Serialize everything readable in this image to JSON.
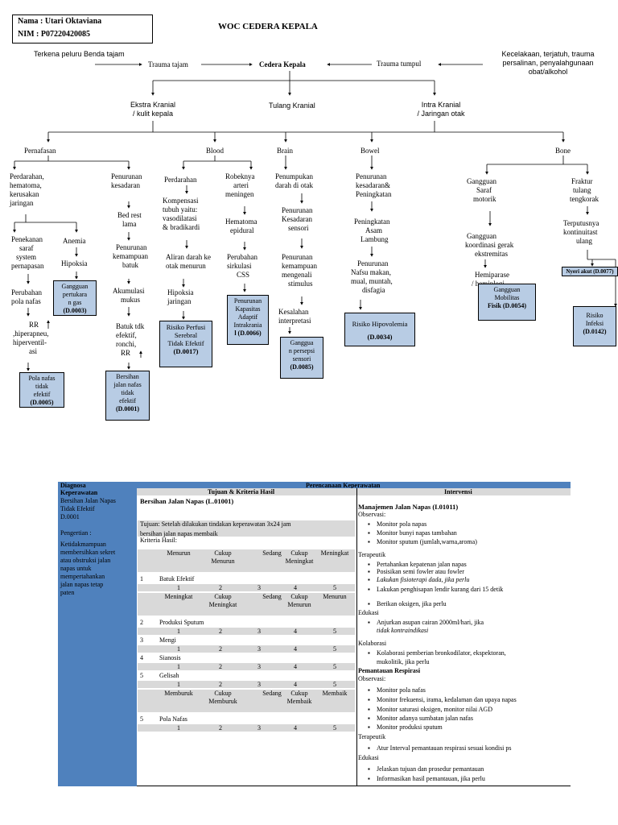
{
  "header": {
    "name_line": "Nama : Utari Oktaviana",
    "nim_line": "NIM : P07220420085",
    "title": "WOC CEDERA KEPALA"
  },
  "top": {
    "peluru": "Terkena peluru Benda tajam",
    "trauma_tajam": "Trauma tajam",
    "cedera": "Cedera Kepala",
    "trauma_tumpul": "Trauma tumpul",
    "kecelakaan": [
      "Kecelakaan, terjatuh, trauma",
      "persalinan, penyalahgunaan",
      "obat/alkohol"
    ]
  },
  "level1": {
    "ekstra": [
      "Ekstra Kranial",
      "/ kulit kepala"
    ],
    "tulang": "Tulang Kranial",
    "intra": [
      "Intra Kranial",
      "/ Jaringan otak"
    ]
  },
  "level2": {
    "pernafasan": "Pernafasan",
    "blood": "Blood",
    "brain": "Brain",
    "bowel": "Bowel",
    "bone": "Bone"
  },
  "nodes": {
    "perdarahan1": [
      "Perdarahan,",
      "hematoma,",
      "kerusakan",
      "jaringan"
    ],
    "penekanan": [
      "Penekanan",
      "saraf",
      "system",
      "pernapasan"
    ],
    "perubahan_pola": [
      "Perubahan",
      "pola nafas"
    ],
    "rr1": [
      "RR",
      ",hiperapneu,",
      "hiperventil-",
      "asi"
    ],
    "anemia": "Anemia",
    "hipoksia1": "Hipoksia",
    "penurunan_kesadaran": [
      "Penurunan",
      "kesadaran"
    ],
    "bed_rest": [
      "Bed rest",
      "lama"
    ],
    "penurunan_batuk": [
      "Penurunan",
      "kemampuan",
      "batuk"
    ],
    "akumulasi": [
      "Akumulasi",
      "mukus"
    ],
    "batuk_tdk": [
      "Batuk tdk",
      "efektif,",
      "ronchi,",
      "RR"
    ],
    "perdarahan2": "Perdarahan",
    "kompensasi": [
      "Kompensasi",
      "tubuh yaitu:",
      "vasodilatasi",
      "& bradikardi"
    ],
    "aliran": [
      "Aliran darah ke",
      "otak menurun"
    ],
    "hipoksia2": [
      "Hipoksia",
      "jaringan"
    ],
    "robeknya": [
      "Robeknya",
      "arteri",
      "meningen"
    ],
    "hematoma_epi": [
      "Hematoma",
      "epidural"
    ],
    "perubahan_sirk": [
      "Perubahan",
      "sirkulasi",
      "CSS"
    ],
    "penumpukan": [
      "Penumpukan",
      "darah di otak"
    ],
    "penurunan_kes_sensori": [
      "Penurunan",
      "Kesadaran",
      "sensori"
    ],
    "penurunan_stimulus": [
      "Penurunan",
      "kemampuan",
      "mengenali",
      "stimulus"
    ],
    "kesalahan": [
      "Kesalahan",
      "interpretasi"
    ],
    "penurunan_bowel": [
      "Penurunan",
      "kesadaran&",
      "Peningkatan"
    ],
    "peningkatan_asam": [
      "Peningkatan",
      "Asam",
      "Lambung"
    ],
    "penurunan_nafsu": [
      "Penurunan",
      "Nafsu makan,",
      "mual, muntah,",
      "disfagia"
    ],
    "gangguan_saraf": [
      "Gangguan",
      "Saraf",
      "motorik"
    ],
    "gangguan_koord": [
      "Gangguan",
      "koordinasi gerak",
      "ekstremitas"
    ],
    "hemiparase": [
      "Hemiparase",
      "/ hemiplegi"
    ],
    "fraktur": [
      "Fraktur",
      "tulang",
      "tengkorak"
    ],
    "terputusnya": [
      "Terputusnya",
      "kontinuitast",
      "ulang"
    ]
  },
  "dx": {
    "gangguan_gas": [
      "Gangguan",
      "pertukara",
      "n gas",
      "(D.0003)"
    ],
    "pola_nafas": [
      "Pola nafas",
      "tidak",
      "efektif",
      "(D.0005)"
    ],
    "bersihan": [
      "Bersihan",
      "jalan nafas",
      "tidak",
      "efektif",
      "(D.0001)"
    ],
    "perfusi": [
      "Risiko Perfusi",
      "Serebral",
      "Tidak Efektif",
      "(D.0017)"
    ],
    "kapasitas": [
      "Penurunan",
      "Kapasitas",
      "Adaptif",
      "Intrakrania",
      "l (D.0066)"
    ],
    "persepsi": [
      "Ganggua",
      "n persepsi",
      "sensori",
      "(D.0085)"
    ],
    "hipovolemia": [
      "Risiko Hipovolemia",
      "(D.0034)"
    ],
    "mobilitas": [
      "Gangguan",
      "Mobilitas",
      "Fisik (D.0054)"
    ],
    "nyeri": "Nyeri akut (D.0077)",
    "infeksi": [
      "Risiko",
      "Infeksi",
      "(D.0142)"
    ]
  },
  "table": {
    "header_dx": "Diagnosa",
    "header_dx2": "Keperawatan",
    "header_plan": "Perencanaan Keperawatan",
    "header_tujuan": "Tujuan & Kriteria Hasil",
    "header_intervensi": "Intervensi",
    "left_col": [
      "Bersihan Jalan Napas",
      "Tidak Efektif",
      "D.0001",
      "",
      "Pengertian :",
      "Ketidakmampuan",
      "membersihkan sekret",
      "atau obstruksi jalan",
      "napas untuk",
      "mempertahankan",
      "jalan napas tetap",
      "paten"
    ],
    "tujuan_title": "Bersihan Jalan Napas (L.01001)",
    "tujuan_text": [
      "Tujuan: Setelah dilakukan tindakan keperawatan 3x24 jam",
      "bersihan jalan napas membaik"
    ],
    "kriteria": "Kriteria Hasil:",
    "scale_a": [
      "Menurun",
      "Cukup Menurun",
      "Sedang",
      "Cukup Meningkat",
      "Meningkat"
    ],
    "scale_b": [
      "Meningkat",
      "Cukup Meningkat",
      "Sedang",
      "Cukup Menurun",
      "Menurun"
    ],
    "scale_c": [
      "Memburuk",
      "Cukup Memburuk",
      "Sedang",
      "Cukup Membaik",
      "Membaik"
    ],
    "nums": [
      "1",
      "2",
      "3",
      "4",
      "5"
    ],
    "rows": [
      {
        "no": "1",
        "label": "Batuk Efektif"
      },
      {
        "no": "2",
        "label": "Produksi Sputum"
      },
      {
        "no": "3",
        "label": "Mengi"
      },
      {
        "no": "4",
        "label": "Sianosis"
      },
      {
        "no": "5",
        "label": "Gelisah"
      },
      {
        "no": "5",
        "label": "Pola Nafas"
      }
    ],
    "int_title": "Manajemen Jalan Napas (I.01011)",
    "observasi": "Observasi:",
    "obs_items": [
      "Monitor pola napas",
      "Monitor bunyi napas tambahan",
      "Monitor sputum (jumlah,warna,aroma)"
    ],
    "terapeutik": "Terapeutik",
    "ter_items": [
      "Pertahankan kepatenan jalan napas",
      "Posisikan semi fowler atau fowler",
      "Lakukan fisioterapi dada, jika perlu",
      "Lakukan penghisapan lendir kurang dari 15 detik",
      "Berikan oksigen, jika perlu"
    ],
    "edukasi": "Edukasi",
    "edu_items": [
      "Anjurkan asupan cairan 2000ml/hari, jika",
      "tidak kontraindikasi"
    ],
    "kolaborasi": "Kolaborasi",
    "kol_items": [
      "Kolaborasi pemberian bronkodilator, ekspektoran,",
      "mukolitik, jika perlu"
    ],
    "pem_title": "Pemantauan Respirasi",
    "pem_obs": "Observasi:",
    "pem_obs_items": [
      "Monitor pola nafas",
      "Monitor frekuensi, irama, kedalaman dan upaya napas",
      "Monitor saturasi oksigen, monitor nilai AGD",
      "Monitor adanya sumbatan jalan nafas",
      "Monitor produksi sputum"
    ],
    "pem_ter": "Terapeutik",
    "pem_ter_items": [
      "Atur Interval pemantauan respirasi sesuai kondisi ps"
    ],
    "pem_edu": "Edukasi",
    "pem_edu_items": [
      "Jelaskan tujuan dan prosedur pemantauan",
      "Informasikan hasil pemantauan, jika perlu"
    ]
  },
  "colors": {
    "box": "#b8cce4",
    "table_blue": "#4f81bd",
    "grey": "#d9d9d9"
  }
}
